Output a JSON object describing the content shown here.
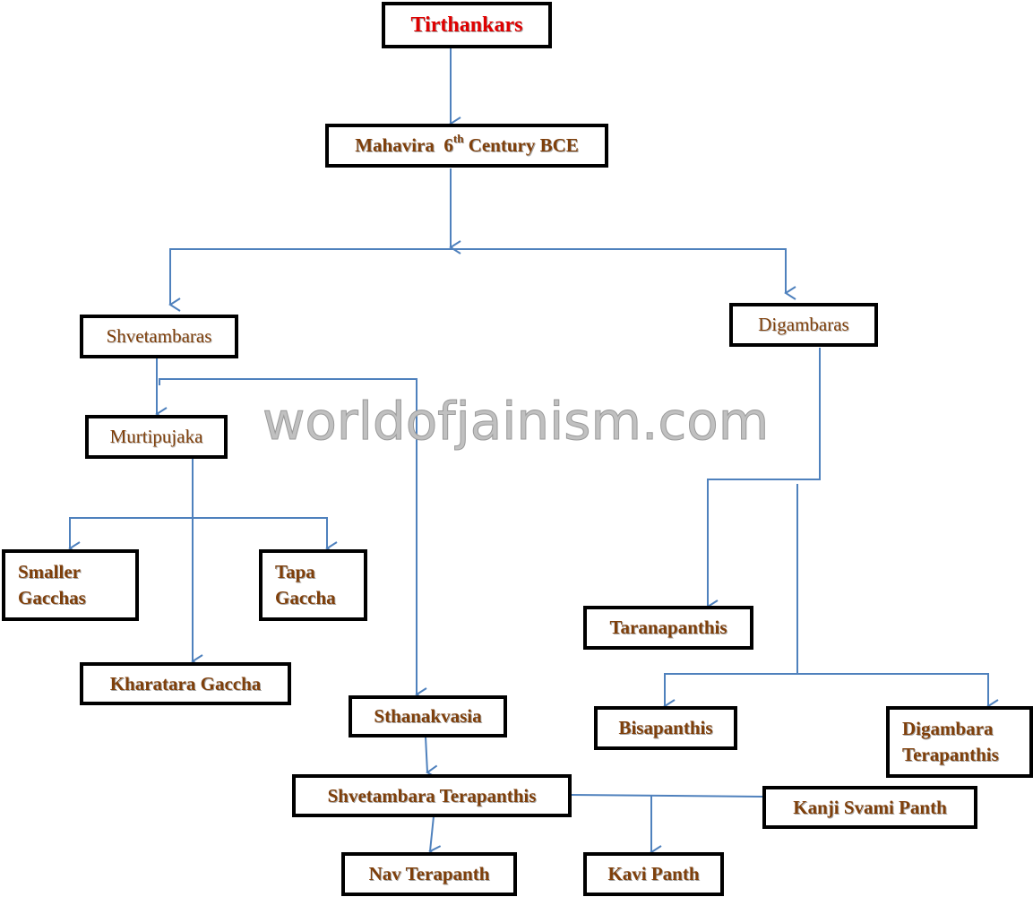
{
  "diagram": {
    "type": "hierarchy-flowchart",
    "watermark": "worldofjainism.com",
    "colors": {
      "root_text": "#e00000",
      "node_text": "#7f3f0a",
      "node_border": "#000000",
      "connector": "#4f81bd",
      "watermark": "#c0c0c0"
    },
    "nodes": {
      "tirthankars": "Tirthankars",
      "mahavira_name": "Mahavira  6",
      "mahavira_sup": "th",
      "mahavira_rest": " Century BCE",
      "shvetambaras": "Shvetambaras",
      "digambaras": "Digambaras",
      "murtipujaka": "Murtipujaka",
      "smaller_gacchas": "Smaller Gacchas",
      "tapa_gaccha": "Tapa Gaccha",
      "kharatara_gaccha": "Kharatara Gaccha",
      "sthanakvasia": "Sthanakvasia",
      "shvetambara_terapanthis": "Shvetambara Terapanthis",
      "nav_terapanth": "Nav Terapanth",
      "kavi_panth": "Kavi Panth",
      "taranapanthis": "Taranapanthis",
      "bisapanthis": "Bisapanthis",
      "digambara_terapanthis": "Digambara Terapanthis",
      "kanji_svami_panth": "Kanji Svami Panth"
    },
    "edges": [
      [
        "Tirthankars",
        "Mahavira 6th Century BCE"
      ],
      [
        "Mahavira 6th Century BCE",
        "Shvetambaras"
      ],
      [
        "Mahavira 6th Century BCE",
        "Digambaras"
      ],
      [
        "Shvetambaras",
        "Murtipujaka"
      ],
      [
        "Shvetambaras",
        "Sthanakvasia"
      ],
      [
        "Murtipujaka",
        "Smaller Gacchas"
      ],
      [
        "Murtipujaka",
        "Tapa Gaccha"
      ],
      [
        "Murtipujaka",
        "Kharatara Gaccha"
      ],
      [
        "Sthanakvasia",
        "Shvetambara Terapanthis"
      ],
      [
        "Shvetambara Terapanthis",
        "Nav Terapanth"
      ],
      [
        "Shvetambara Terapanthis",
        "Kavi Panth"
      ],
      [
        "Digambaras",
        "Taranapanthis"
      ],
      [
        "Digambaras",
        "Bisapanthis"
      ],
      [
        "Digambaras",
        "Digambara Terapanthis"
      ],
      [
        "Kanji Svami Panth",
        "Kavi Panth"
      ]
    ]
  }
}
